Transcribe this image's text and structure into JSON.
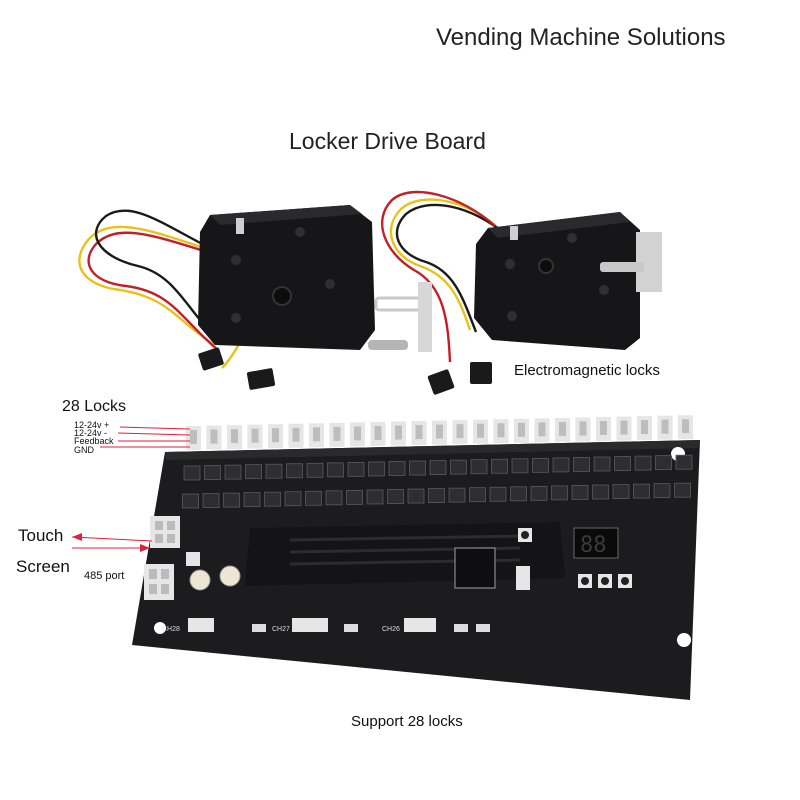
{
  "brand_text": "Vending Machine Solutions",
  "title": "Locker Drive Board",
  "electromagnetic_label": "Electromagnetic locks",
  "locks_count_label": "28 Locks",
  "pin_labels": [
    "12-24v +",
    "12-24v -",
    "Feedback",
    "GND"
  ],
  "touch_label": "Touch",
  "screen_label": "Screen",
  "port_label": "485 port",
  "support_label": "Support 28 locks",
  "channel_labels": [
    "CH28",
    "CH27",
    "CH26"
  ],
  "colors": {
    "board": "#1c1c1e",
    "connector": "#e6e6e6",
    "annotation_line": "#e0203a",
    "lock_body": "#161618",
    "wire_yellow": "#e8c21a",
    "wire_red": "#c0202a",
    "wire_black": "#1a1a1a"
  }
}
